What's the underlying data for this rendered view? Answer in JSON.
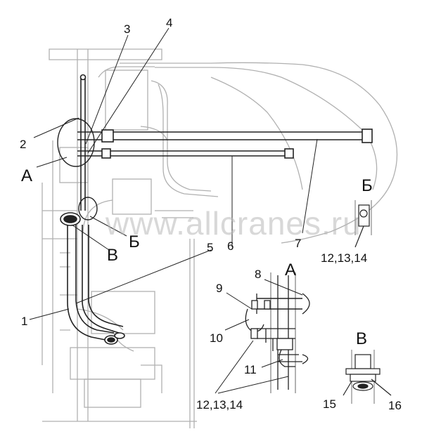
{
  "diagram": {
    "part_labels": {
      "p1": "1",
      "p2": "2",
      "p3": "3",
      "p4": "4",
      "p5": "5",
      "p6": "6",
      "p7": "7",
      "p8": "8",
      "p9": "9",
      "p10": "10",
      "p11": "11",
      "p15": "15",
      "p16": "16"
    },
    "fastener_sets": {
      "detail_b": "12,13,14",
      "detail_a": "12,13,14"
    },
    "view_labels": {
      "a_main": "А",
      "b_main": "Б",
      "v_main": "В",
      "a_detail": "А",
      "b_detail": "Б",
      "v_detail": "В"
    }
  },
  "watermark": "www.allcranes.ru"
}
